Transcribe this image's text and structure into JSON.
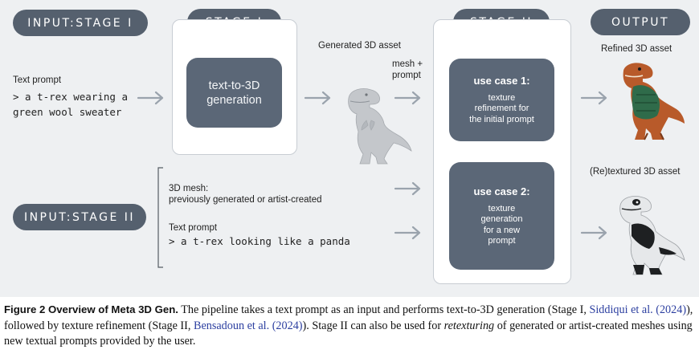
{
  "pills": {
    "input_stage_1": "INPUT:STAGE I",
    "stage_1": "STAGE I",
    "stage_2": "STAGE II",
    "output": "OUTPUT",
    "input_stage_2": "INPUT:STAGE II"
  },
  "stage1": {
    "text_prompt_label": "Text prompt",
    "prompt_line1": "> a t-rex wearing a",
    "prompt_line2": "green wool sweater",
    "box_line1": "text-to-3D",
    "box_line2": "generation"
  },
  "generated": {
    "label": "Generated 3D asset",
    "mesh_prompt_line1": "mesh +",
    "mesh_prompt_line2": "prompt"
  },
  "stage2": {
    "uc1_title": "use case 1:",
    "uc1_line1": "texture",
    "uc1_line2": "refinement for",
    "uc1_line3": "the initial prompt",
    "uc2_title": "use case 2:",
    "uc2_line1": "texture",
    "uc2_line2": "generation",
    "uc2_line3": "for a new",
    "uc2_line4": "prompt"
  },
  "input2": {
    "mesh_label": "3D mesh:",
    "mesh_desc": "previously generated or artist-created",
    "text_prompt_label": "Text prompt",
    "prompt": "> a t-rex looking like a panda"
  },
  "output": {
    "refined_label": "Refined 3D asset",
    "retextured_label": "(Re)textured 3D asset"
  },
  "caption": {
    "fig_label": "Figure 2 Overview of Meta 3D Gen.",
    "part1": " The pipeline takes a text prompt as an input and performs text-to-3D generation (Stage I, ",
    "cite1": "Siddiqui et al. (2024)",
    "part2": "), followed by texture refinement (Stage II, ",
    "cite2": "Bensadoun et al. (2024)",
    "part3": "). Stage II can also be used for ",
    "retexturing": "retexturing",
    "part4": " of generated or artist-created meshes using new textual prompts provided by the user."
  },
  "colors": {
    "pill": "#55606e",
    "dark_box": "#5b6777",
    "panel_bg": "#eef0f2",
    "arrow": "#9aa3ad",
    "citation": "#2c3fa0",
    "sweater_green": "#2f6b4a",
    "trex_orange": "#b85a2a"
  },
  "icons": [
    "right-arrow-icon",
    "grey-trex-mesh",
    "sweater-trex-render",
    "panda-trex-render"
  ]
}
